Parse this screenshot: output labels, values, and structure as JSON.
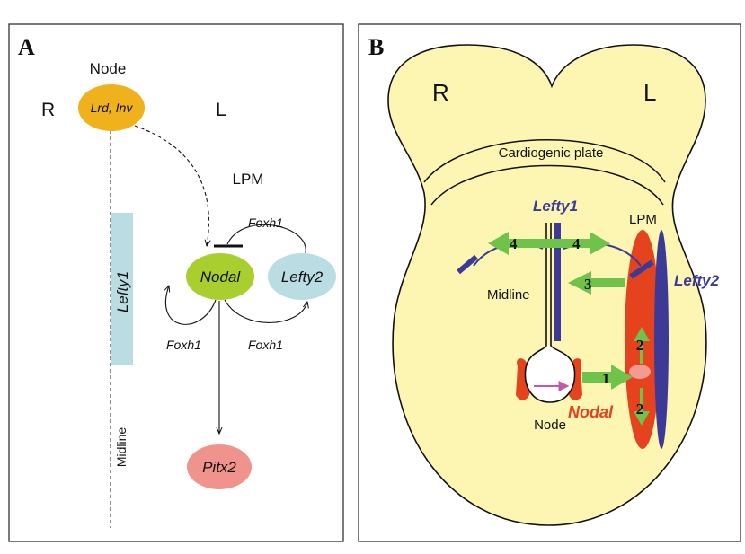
{
  "panel_a": {
    "letter": "A",
    "node_label": "Node",
    "node_genes_a": "Lrd",
    "node_genes_sep": ", ",
    "node_genes_b": "Inv",
    "right_label": "R",
    "left_label": "L",
    "lpm_label": "LPM",
    "lefty1_label": "Lefty1",
    "midline_label": "Midline",
    "nodal_label": "Nodal",
    "lefty2_label": "Lefty2",
    "pitx2_label": "Pitx2",
    "foxh1_top": "Foxh1",
    "foxh1_left": "Foxh1",
    "foxh1_right": "Foxh1",
    "colors": {
      "node": "#f0b21c",
      "nodal": "#a8cf2e",
      "lefty2": "#b9dde3",
      "pitx2": "#f0938c",
      "lefty1_bar": "#b9dde3"
    }
  },
  "panel_b": {
    "letter": "B",
    "right_label": "R",
    "left_label": "L",
    "cardiogenic_label": "Cardiogenic plate",
    "lefty1_label": "Lefty1",
    "lpm_label": "LPM",
    "lefty2_label": "Lefty2",
    "midline_label": "Midline",
    "node_label": "Node",
    "nodal_label": "Nodal",
    "step_labels": [
      "4",
      "4",
      "3",
      "1",
      "2",
      "2"
    ],
    "colors": {
      "embryo_fill": "#fdf6b3",
      "lefty_blue": "#3b3a97",
      "nodal_red": "#e5421e",
      "arrow_green": "#6fc34b",
      "flow_pink": "#c857a8",
      "nodal_spot": "#f39a93"
    }
  }
}
